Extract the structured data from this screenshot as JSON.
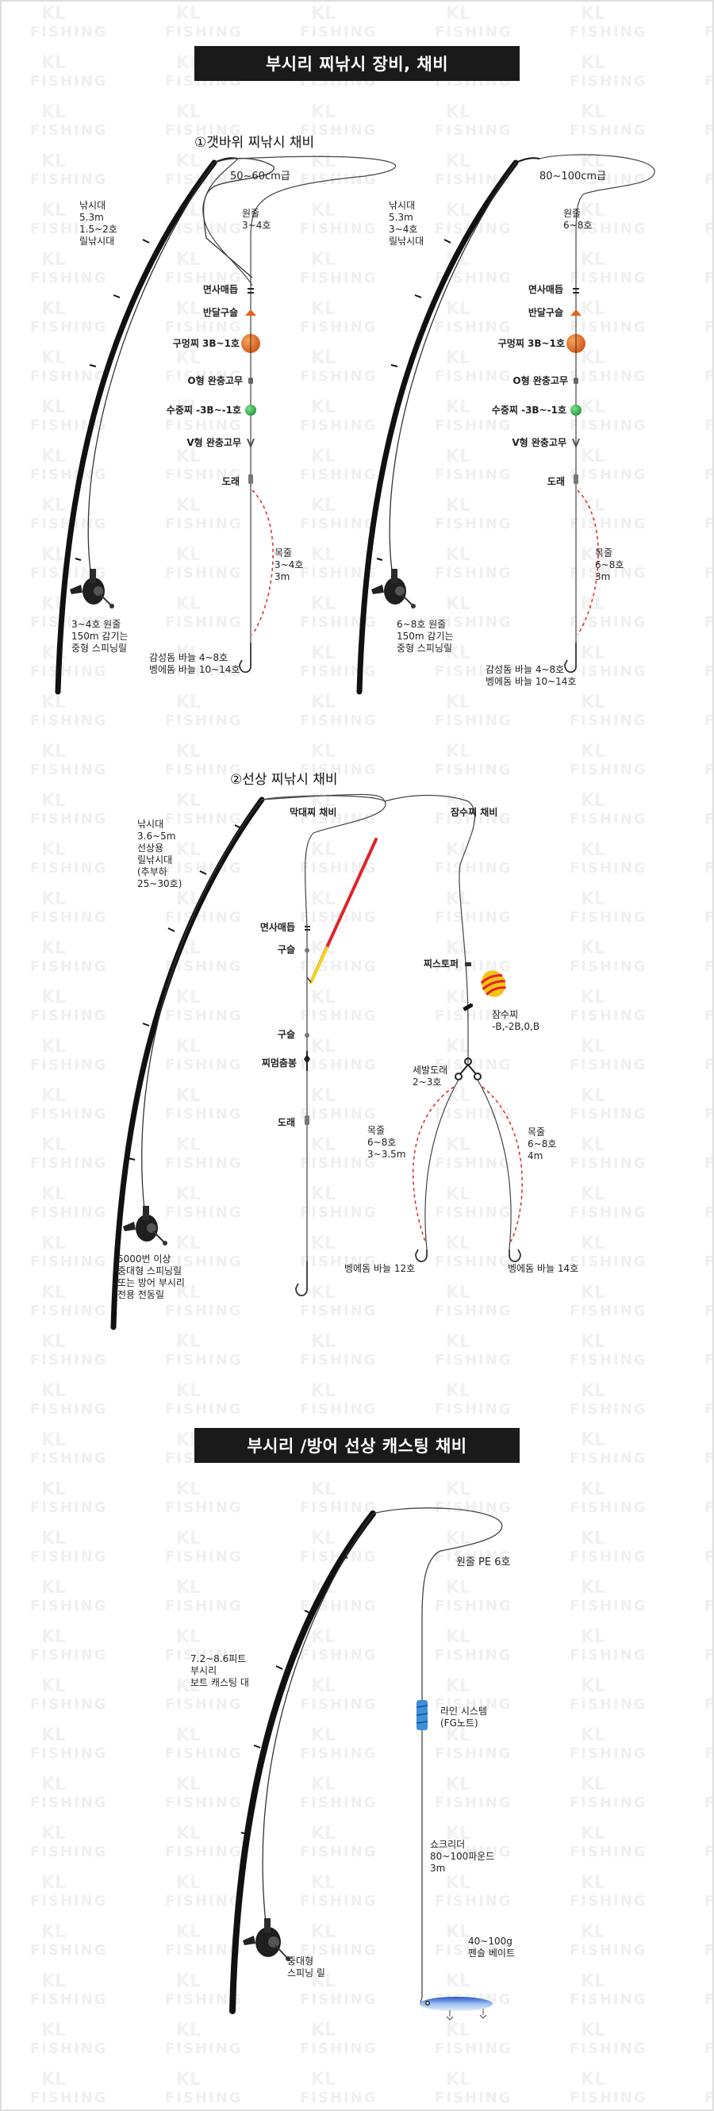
{
  "banners": {
    "float_title": "부시리 찌낚시 장비, 채비",
    "casting_title": "부시리 /방어 선상 캐스팅 채비"
  },
  "watermark": "KL FISHING",
  "section1": {
    "title": "①갯바위 찌낚시 채비",
    "left": {
      "size": "50~60cm급",
      "rod": "낚시대\n5.3m\n1.5~2호\n릴낚시대",
      "mainline": "원줄\n3~4호",
      "swivel": "면사매듭",
      "bead": "반달구슬",
      "float": "구멍찌 3B~1호",
      "cushion1": "O형 완충고무",
      "subfloat": "수중찌 -3B~-1호",
      "cushion2": "V형 완충고무",
      "snap": "도래",
      "leader": "목줄\n3~4호\n3m",
      "reel": "3~4호 원줄\n150m 감기는\n중형 스피닝릴",
      "hook": "감성돔 바늘 4~8호\n벵에돔 바늘 10~14호"
    },
    "right": {
      "size": "80~100cm급",
      "rod": "낚시대\n5.3m\n3~4호\n릴낚시대",
      "mainline": "원줄\n6~8호",
      "swivel": "면사매듭",
      "bead": "반달구슬",
      "float": "구멍찌 3B~1호",
      "cushion1": "O형 완충고무",
      "subfloat": "수중찌 -3B~-1호",
      "cushion2": "V형 완충고무",
      "snap": "도래",
      "leader": "목줄\n6~8호\n3m",
      "reel": "6~8호 원줄\n150m 감기는\n중형 스피닝릴",
      "hook": "감성돔 바늘 4~8호\n벵에돔 바늘 10~14호"
    }
  },
  "section2": {
    "title": "②선상 찌낚시 채비",
    "rod": "낚시대\n3.6~5m\n선상용\n릴낚시대\n(추부하\n25~30호)",
    "reel": "5000번 이상\n중대형 스피닝릴\n또는 방어 부시리\n전용 전동릴",
    "stick": {
      "title": "막대찌 채비",
      "swivel": "면사매듭",
      "bead1": "구슬",
      "bead2": "구슬",
      "stopper": "찌멈춤봉",
      "snap": "도래",
      "leader": "목줄\n6~8호\n3~3.5m",
      "hook": "벵에돔 바늘 12호"
    },
    "sink": {
      "title": "잠수찌 채비",
      "stopper": "찌스토퍼",
      "float": "잠수찌\n-B,-2B,0,B",
      "tri": "세발도래\n2~3호",
      "leader": "목줄\n6~8호\n4m",
      "hook": "벵에돔 바늘 14호"
    }
  },
  "section3": {
    "mainline": "원줄 PE 6호",
    "rod": "7.2~8.6피트\n부시리\n보트 캐스팅 대",
    "knot": "라인 시스템\n(FG노트)",
    "leader": "쇼크리더\n80~100파운드\n3m",
    "reel": "중대형\n스피닝 릴",
    "lure": "40~100g\n펜슬 베이트"
  },
  "colors": {
    "float_orange": "#e2631c",
    "subfloat_green": "#2fae4a",
    "red_line": "#e03030",
    "knot_blue": "#3d8fd9",
    "sink_yellow": "#f2c318",
    "stick_red": "#e0232a",
    "stick_yellow": "#f4d21c",
    "lure_blue": "#7aa7e8",
    "banner_bg": "#1a1a1a"
  }
}
